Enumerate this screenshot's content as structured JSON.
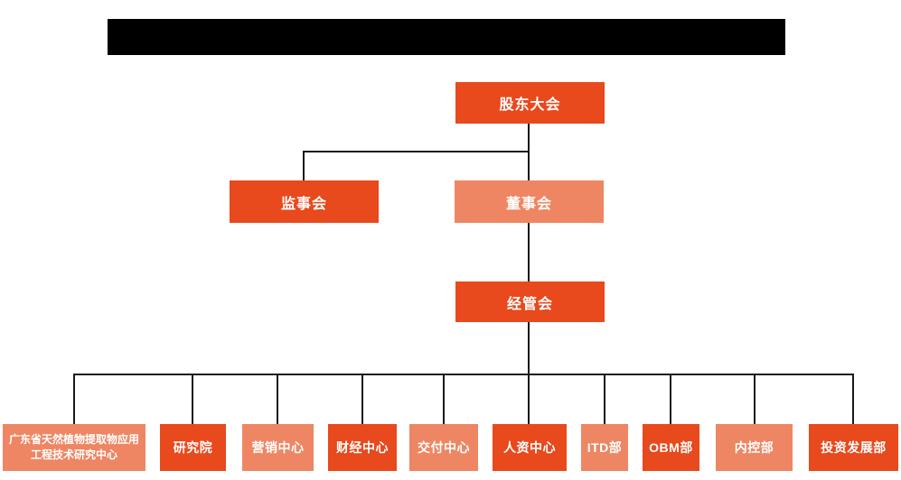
{
  "title_bar": {
    "note": "solid black redacted bar, no legible text",
    "bg": "#000000"
  },
  "colors": {
    "dark_orange": "#E8491D",
    "light_orange": "#EE8663",
    "line": "#1A1A1A",
    "node_text": "#FFFFFF",
    "page_bg": "#FFFFFF"
  },
  "org": {
    "root": {
      "label": "股东大会",
      "variant": "dark"
    },
    "level2": [
      {
        "label": "监事会",
        "variant": "dark"
      },
      {
        "label": "董事会",
        "variant": "light"
      }
    ],
    "level3": {
      "label": "经管会",
      "variant": "dark"
    },
    "leaves": [
      {
        "label": "广东省天然植物提取物应用工程技术研究中心",
        "variant": "light"
      },
      {
        "label": "研究院",
        "variant": "dark"
      },
      {
        "label": "营销中心",
        "variant": "light"
      },
      {
        "label": "财经中心",
        "variant": "dark"
      },
      {
        "label": "交付中心",
        "variant": "light"
      },
      {
        "label": "人资中心",
        "variant": "dark"
      },
      {
        "label": "ITD部",
        "variant": "light"
      },
      {
        "label": "OBM部",
        "variant": "dark"
      },
      {
        "label": "内控部",
        "variant": "light"
      },
      {
        "label": "投资发展部",
        "variant": "dark"
      }
    ]
  }
}
